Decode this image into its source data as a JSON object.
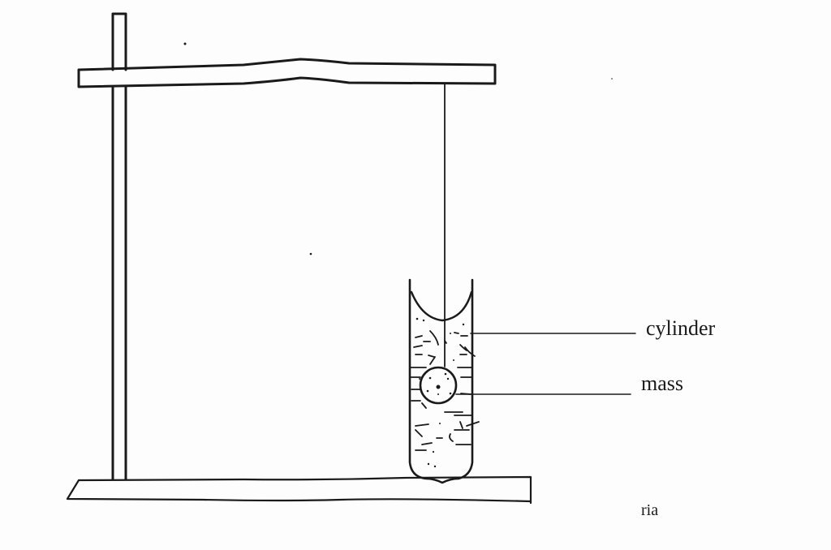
{
  "diagram": {
    "type": "apparatus-sketch",
    "labels": {
      "cylinder": "cylinder",
      "mass": "mass",
      "figure_tag": "ria"
    },
    "components": [
      {
        "name": "retort-stand-rod",
        "kind": "vertical rod"
      },
      {
        "name": "clamp-arm",
        "kind": "horizontal bar"
      },
      {
        "name": "suspension-string",
        "kind": "string"
      },
      {
        "name": "cylinder",
        "kind": "liquid-filled cylinder"
      },
      {
        "name": "mass",
        "kind": "spherical mass suspended in liquid"
      },
      {
        "name": "base",
        "kind": "stand base"
      }
    ],
    "colors": {
      "ink": "#1a1a1a",
      "paper": "#fdfdfd"
    }
  }
}
